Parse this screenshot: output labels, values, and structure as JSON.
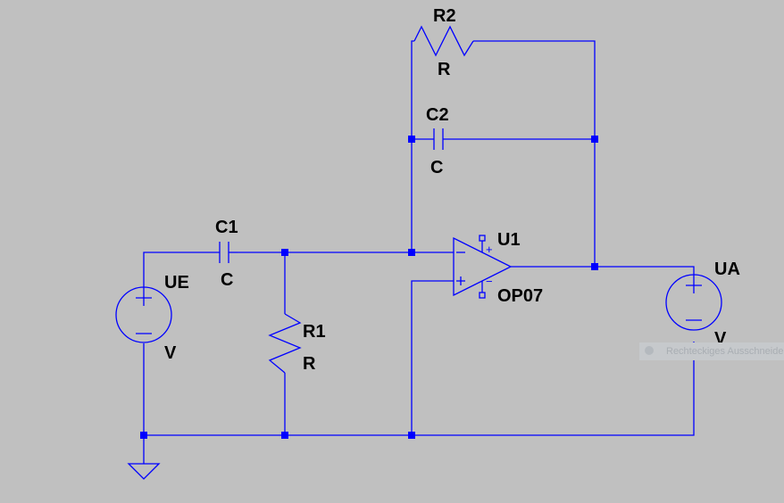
{
  "components": {
    "r2": {
      "name": "R2",
      "value": "R"
    },
    "c2": {
      "name": "C2",
      "value": "C"
    },
    "c1": {
      "name": "C1",
      "value": "C"
    },
    "r1": {
      "name": "R1",
      "value": "R"
    },
    "ue": {
      "name": "UE",
      "value": "V"
    },
    "ua": {
      "name": "UA",
      "value": "V"
    },
    "u1": {
      "name": "U1",
      "value": "OP07"
    }
  },
  "pins": {
    "plus": "+",
    "minus": "−"
  },
  "overlay": {
    "snip_hint": "Rechteckiges Ausschneiden"
  },
  "colors": {
    "background": "#c0c0c0",
    "wire": "#0000ff",
    "label": "#000000"
  }
}
